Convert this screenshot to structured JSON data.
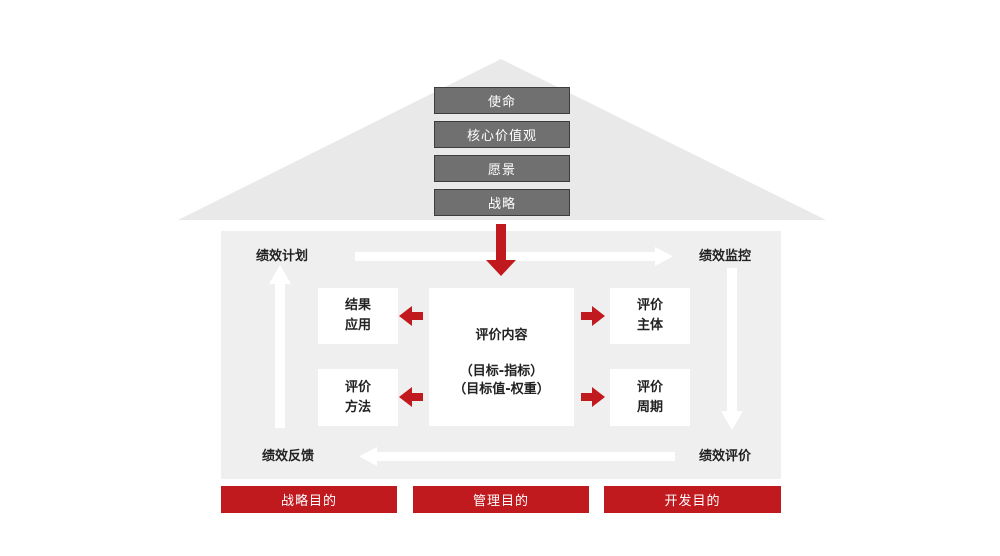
{
  "roof": {
    "items": [
      "使命",
      "核心价值观",
      "愿景",
      "战略"
    ]
  },
  "cycle": {
    "top_left": "绩效计划",
    "top_right": "绩效监控",
    "bottom_right": "绩效评价",
    "bottom_left": "绩效反馈"
  },
  "center": {
    "title": "评价内容",
    "line1": "（目标-指标）",
    "line2": "（目标值-权重）"
  },
  "boxes": {
    "result_application": [
      "结果",
      "应用"
    ],
    "evaluation_method": [
      "评价",
      "方法"
    ],
    "evaluation_subject": [
      "评价",
      "主体"
    ],
    "evaluation_period": [
      "评价",
      "周期"
    ]
  },
  "foundation": [
    "战略目的",
    "管理目的",
    "开发目的"
  ],
  "colors": {
    "accent_red": "#c0191e",
    "roof_bar_gray": "#707070",
    "house_fill": "#efefef",
    "roof_fill": "#e9e9e9"
  }
}
